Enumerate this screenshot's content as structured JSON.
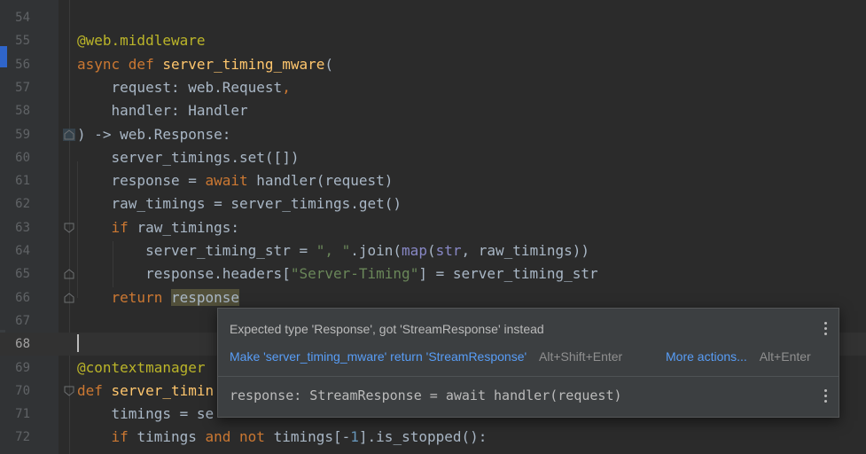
{
  "editor": {
    "lines": [
      {
        "num": "54",
        "tokens": []
      },
      {
        "num": "55",
        "tokens": [
          {
            "t": "@web.middleware",
            "c": "dec"
          }
        ]
      },
      {
        "num": "56",
        "tokens": [
          {
            "t": "async ",
            "c": "kw"
          },
          {
            "t": "def ",
            "c": "kw"
          },
          {
            "t": "server_timing_mware",
            "c": "fn"
          },
          {
            "t": "(",
            "c": ""
          }
        ]
      },
      {
        "num": "57",
        "tokens": [
          {
            "t": "    request: web.Request",
            "c": ""
          },
          {
            "t": ",",
            "c": "kw"
          }
        ]
      },
      {
        "num": "58",
        "tokens": [
          {
            "t": "    handler: Handler",
            "c": ""
          }
        ]
      },
      {
        "num": "59",
        "tokens": [
          {
            "t": ") -> web.Response:",
            "c": ""
          }
        ]
      },
      {
        "num": "60",
        "tokens": [
          {
            "t": "    server_timings.set([])",
            "c": ""
          }
        ]
      },
      {
        "num": "61",
        "tokens": [
          {
            "t": "    response = ",
            "c": ""
          },
          {
            "t": "await ",
            "c": "kw"
          },
          {
            "t": "handler(request)",
            "c": ""
          }
        ]
      },
      {
        "num": "62",
        "tokens": [
          {
            "t": "    raw_timings = server_timings.get()",
            "c": ""
          }
        ]
      },
      {
        "num": "63",
        "tokens": [
          {
            "t": "    ",
            "c": ""
          },
          {
            "t": "if ",
            "c": "kw"
          },
          {
            "t": "raw_timings:",
            "c": ""
          }
        ]
      },
      {
        "num": "64",
        "tokens": [
          {
            "t": "        server_timing_str = ",
            "c": ""
          },
          {
            "t": "\", \"",
            "c": "str"
          },
          {
            "t": ".join(",
            "c": ""
          },
          {
            "t": "map",
            "c": "builtin"
          },
          {
            "t": "(",
            "c": ""
          },
          {
            "t": "str",
            "c": "builtin"
          },
          {
            "t": ", raw_timings))",
            "c": ""
          }
        ]
      },
      {
        "num": "65",
        "tokens": [
          {
            "t": "        response.headers[",
            "c": ""
          },
          {
            "t": "\"Server-Timing\"",
            "c": "str"
          },
          {
            "t": "] = server_timing_str",
            "c": ""
          }
        ]
      },
      {
        "num": "66",
        "tokens": [
          {
            "t": "    ",
            "c": ""
          },
          {
            "t": "return ",
            "c": "kw"
          },
          {
            "t": "response",
            "c": "warn"
          }
        ]
      },
      {
        "num": "67",
        "tokens": []
      },
      {
        "num": "68",
        "tokens": []
      },
      {
        "num": "69",
        "tokens": [
          {
            "t": "@contextmanager",
            "c": "dec"
          }
        ]
      },
      {
        "num": "70",
        "tokens": [
          {
            "t": "def ",
            "c": "kw"
          },
          {
            "t": "server_timin",
            "c": "fn"
          }
        ]
      },
      {
        "num": "71",
        "tokens": [
          {
            "t": "    timings = se",
            "c": ""
          }
        ]
      },
      {
        "num": "72",
        "tokens": [
          {
            "t": "    ",
            "c": ""
          },
          {
            "t": "if ",
            "c": "kw"
          },
          {
            "t": "timings ",
            "c": ""
          },
          {
            "t": "and not ",
            "c": "kw"
          },
          {
            "t": "timings[-",
            "c": ""
          },
          {
            "t": "1",
            "c": "num"
          },
          {
            "t": "].is_stopped():",
            "c": ""
          }
        ]
      }
    ]
  },
  "popup": {
    "message": "Expected type 'Response', got 'StreamResponse' instead",
    "quick_fix_label": "Make 'server_timing_mware' return 'StreamResponse'",
    "quick_fix_shortcut": "Alt+Shift+Enter",
    "more_actions_label": "More actions...",
    "more_actions_shortcut": "Alt+Enter",
    "signature": "response: StreamResponse = await handler(request)"
  }
}
